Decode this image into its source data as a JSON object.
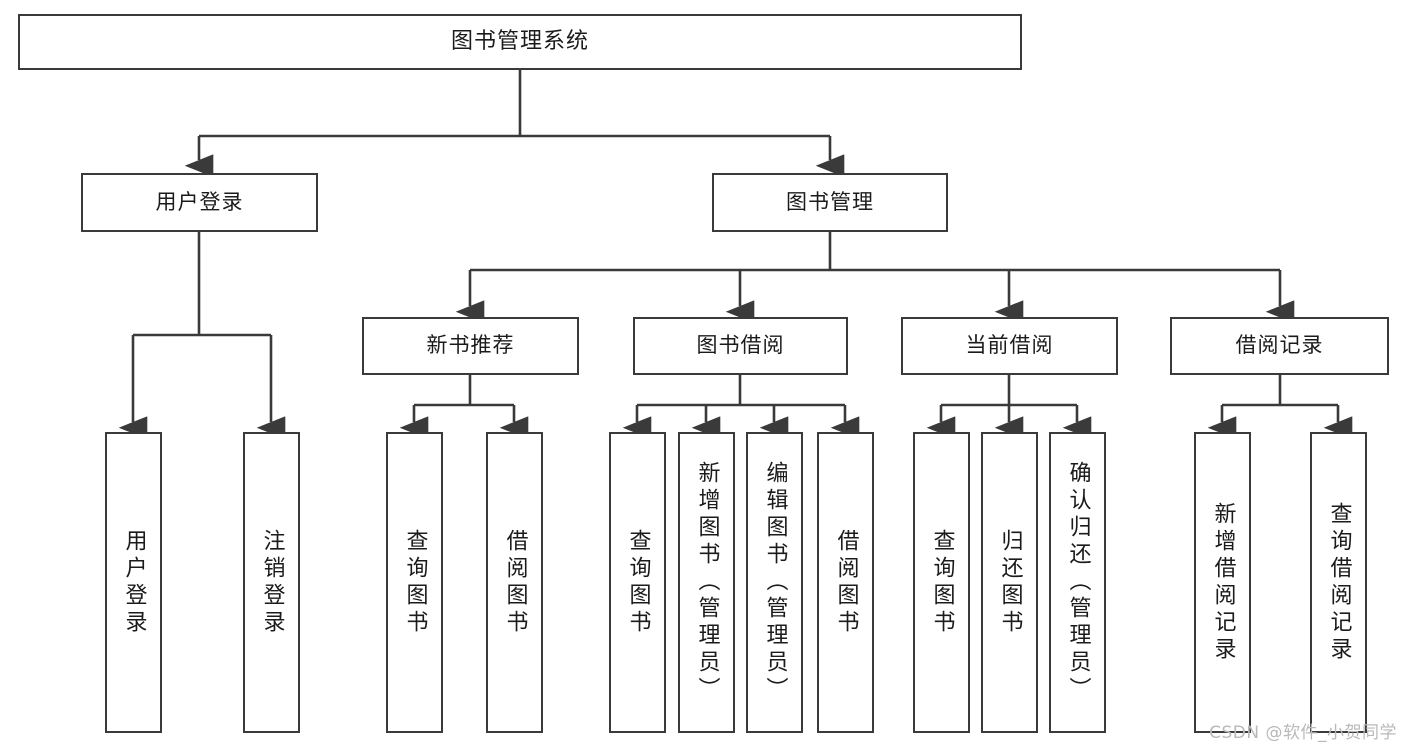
{
  "diagram": {
    "title": "图书管理系统",
    "root": {
      "label": "图书管理系统"
    },
    "level2": [
      {
        "label": "用户登录"
      },
      {
        "label": "图书管理"
      }
    ],
    "level3": [
      {
        "label": "新书推荐"
      },
      {
        "label": "图书借阅"
      },
      {
        "label": "当前借阅"
      },
      {
        "label": "借阅记录"
      }
    ],
    "leaves": [
      {
        "label": "用户登录",
        "parent": "用户登录"
      },
      {
        "label": "注销登录",
        "parent": "用户登录"
      },
      {
        "label": "查询图书",
        "parent": "新书推荐"
      },
      {
        "label": "借阅图书",
        "parent": "新书推荐"
      },
      {
        "label": "查询图书",
        "parent": "图书借阅"
      },
      {
        "label": "新增图书（管理员）",
        "parent": "图书借阅"
      },
      {
        "label": "编辑图书（管理员）",
        "parent": "图书借阅"
      },
      {
        "label": "借阅图书",
        "parent": "图书借阅"
      },
      {
        "label": "查询图书",
        "parent": "当前借阅"
      },
      {
        "label": "归还图书",
        "parent": "当前借阅"
      },
      {
        "label": "确认归还（管理员）",
        "parent": "当前借阅"
      },
      {
        "label": "新增借阅记录",
        "parent": "借阅记录"
      },
      {
        "label": "查询借阅记录",
        "parent": "借阅记录"
      }
    ],
    "watermark": "CSDN @软件_小贺同学",
    "colors": {
      "stroke": "#3a3a3a",
      "fill": "#ffffff",
      "text": "#1b1b1b",
      "watermark": "#b9b9b9"
    }
  }
}
